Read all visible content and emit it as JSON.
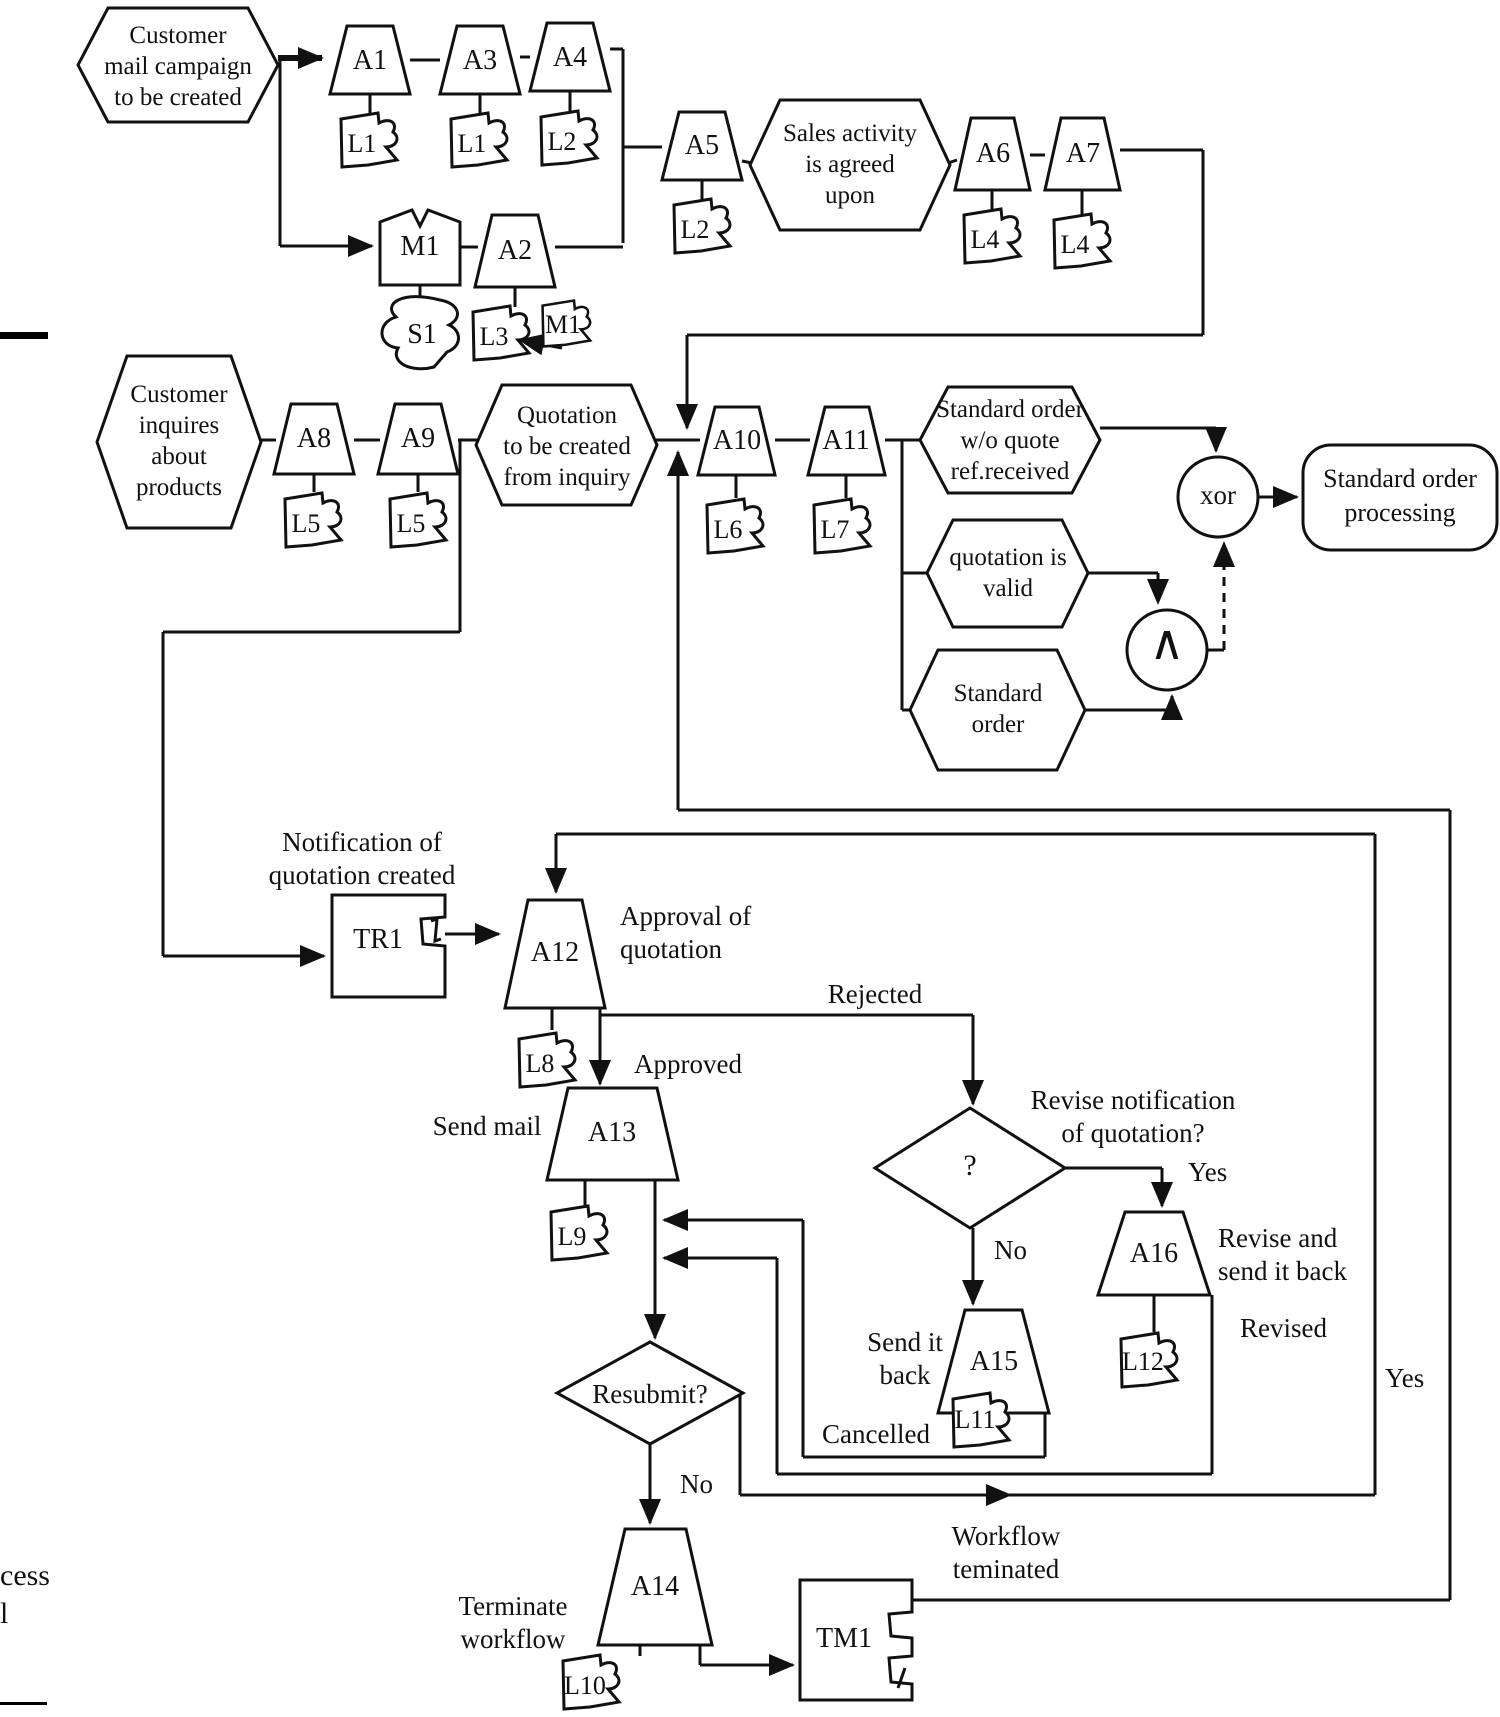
{
  "events": {
    "mail_campaign": "Customer\nmail campaign\nto be created",
    "sales_activity": "Sales activity\nis agreed\nupon",
    "customer_inquires": "Customer\ninquires\nabout\nproducts",
    "quotation_inquiry": "Quotation\nto be created\nfrom inquiry",
    "standard_wo_quote": "Standard order\nw/o quote\nref.received",
    "quotation_valid": "quotation is\nvalid",
    "standard_order": "Standard\norder",
    "standard_order_processing": "Standard order\nprocessing"
  },
  "activities": {
    "a1": "A1",
    "a2": "A2",
    "a3": "A3",
    "a4": "A4",
    "a5": "A5",
    "a6": "A6",
    "a7": "A7",
    "a8": "A8",
    "a9": "A9",
    "a10": "A10",
    "a11": "A11",
    "a12": "A12",
    "a13": "A13",
    "a14": "A14",
    "a15": "A15",
    "a16": "A16"
  },
  "resources": {
    "m1_box": "M1",
    "s1": "S1",
    "m1_doc": "M1",
    "tr1": "TR1",
    "tm1": "TM1"
  },
  "documents": {
    "l1a": "L1",
    "l1b": "L1",
    "l2a": "L2",
    "l2b": "L2",
    "l3": "L3",
    "l4a": "L4",
    "l4b": "L4",
    "l5a": "L5",
    "l5b": "L5",
    "l6": "L6",
    "l7": "L7",
    "l8": "L8",
    "l9": "L9",
    "l10": "L10",
    "l11": "L11",
    "l12": "L12"
  },
  "operators": {
    "xor": "xor",
    "and": "∧"
  },
  "decisions": {
    "question": "?",
    "resubmit": "Resubmit?"
  },
  "labels": {
    "notification": "Notification of\nquotation created",
    "approval": "Approval of\nquotation",
    "rejected": "Rejected",
    "approved": "Approved",
    "send_mail": "Send mail",
    "revise_question": "Revise notification\nof quotation?",
    "revise_no": "No",
    "revise_yes": "Yes",
    "send_it_back": "Send it\nback",
    "revise_and_send": "Revise and\nsend it back",
    "revised": "Revised",
    "cancelled": "Cancelled",
    "resubmit_no": "No",
    "resubmit_yes": "Yes",
    "terminate": "Terminate\nworkflow",
    "workflow_terminated": "Workflow\nteminated"
  },
  "margin": {
    "frag1": "cess",
    "frag2": "l"
  }
}
